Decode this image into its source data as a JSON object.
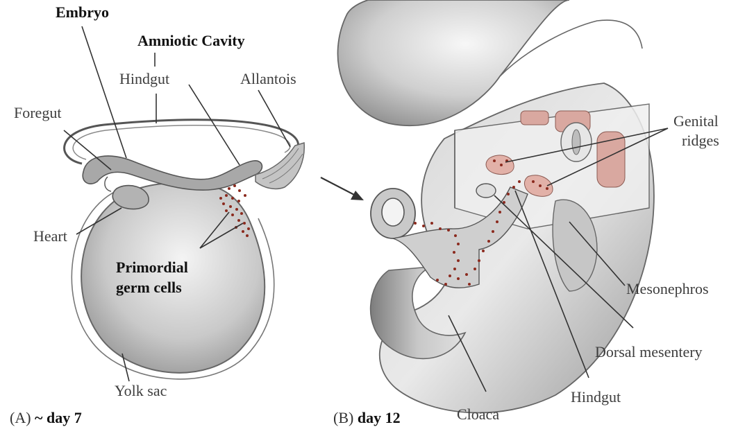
{
  "panel_a": {
    "labels": {
      "embryo": "Embryo",
      "amniotic_cavity": "Amniotic Cavity",
      "hindgut": "Hindgut",
      "allantois": "Allantois",
      "foregut": "Foregut",
      "heart": "Heart",
      "primordial_germ_cells_line1": "Primordial",
      "primordial_germ_cells_line2": "germ cells",
      "yolk_sac": "Yolk sac"
    },
    "caption_letter": "(A)",
    "caption_text": "~ day 7"
  },
  "panel_b": {
    "labels": {
      "genital_ridges_line1": "Genital",
      "genital_ridges_line2": "ridges",
      "mesonephros": "Mesonephros",
      "dorsal_mesentery": "Dorsal mesentery",
      "hindgut": "Hindgut",
      "cloaca": "Cloaca"
    },
    "caption_letter": "(B)",
    "caption_text": "day 12"
  },
  "colors": {
    "tissue_light": "#e8e8e8",
    "tissue_mid": "#b9b9b9",
    "tissue_dark": "#8a8a8a",
    "germ_cell": "#8b2a1e",
    "ridge_pink": "#d9a8a0",
    "line": "#333333"
  }
}
